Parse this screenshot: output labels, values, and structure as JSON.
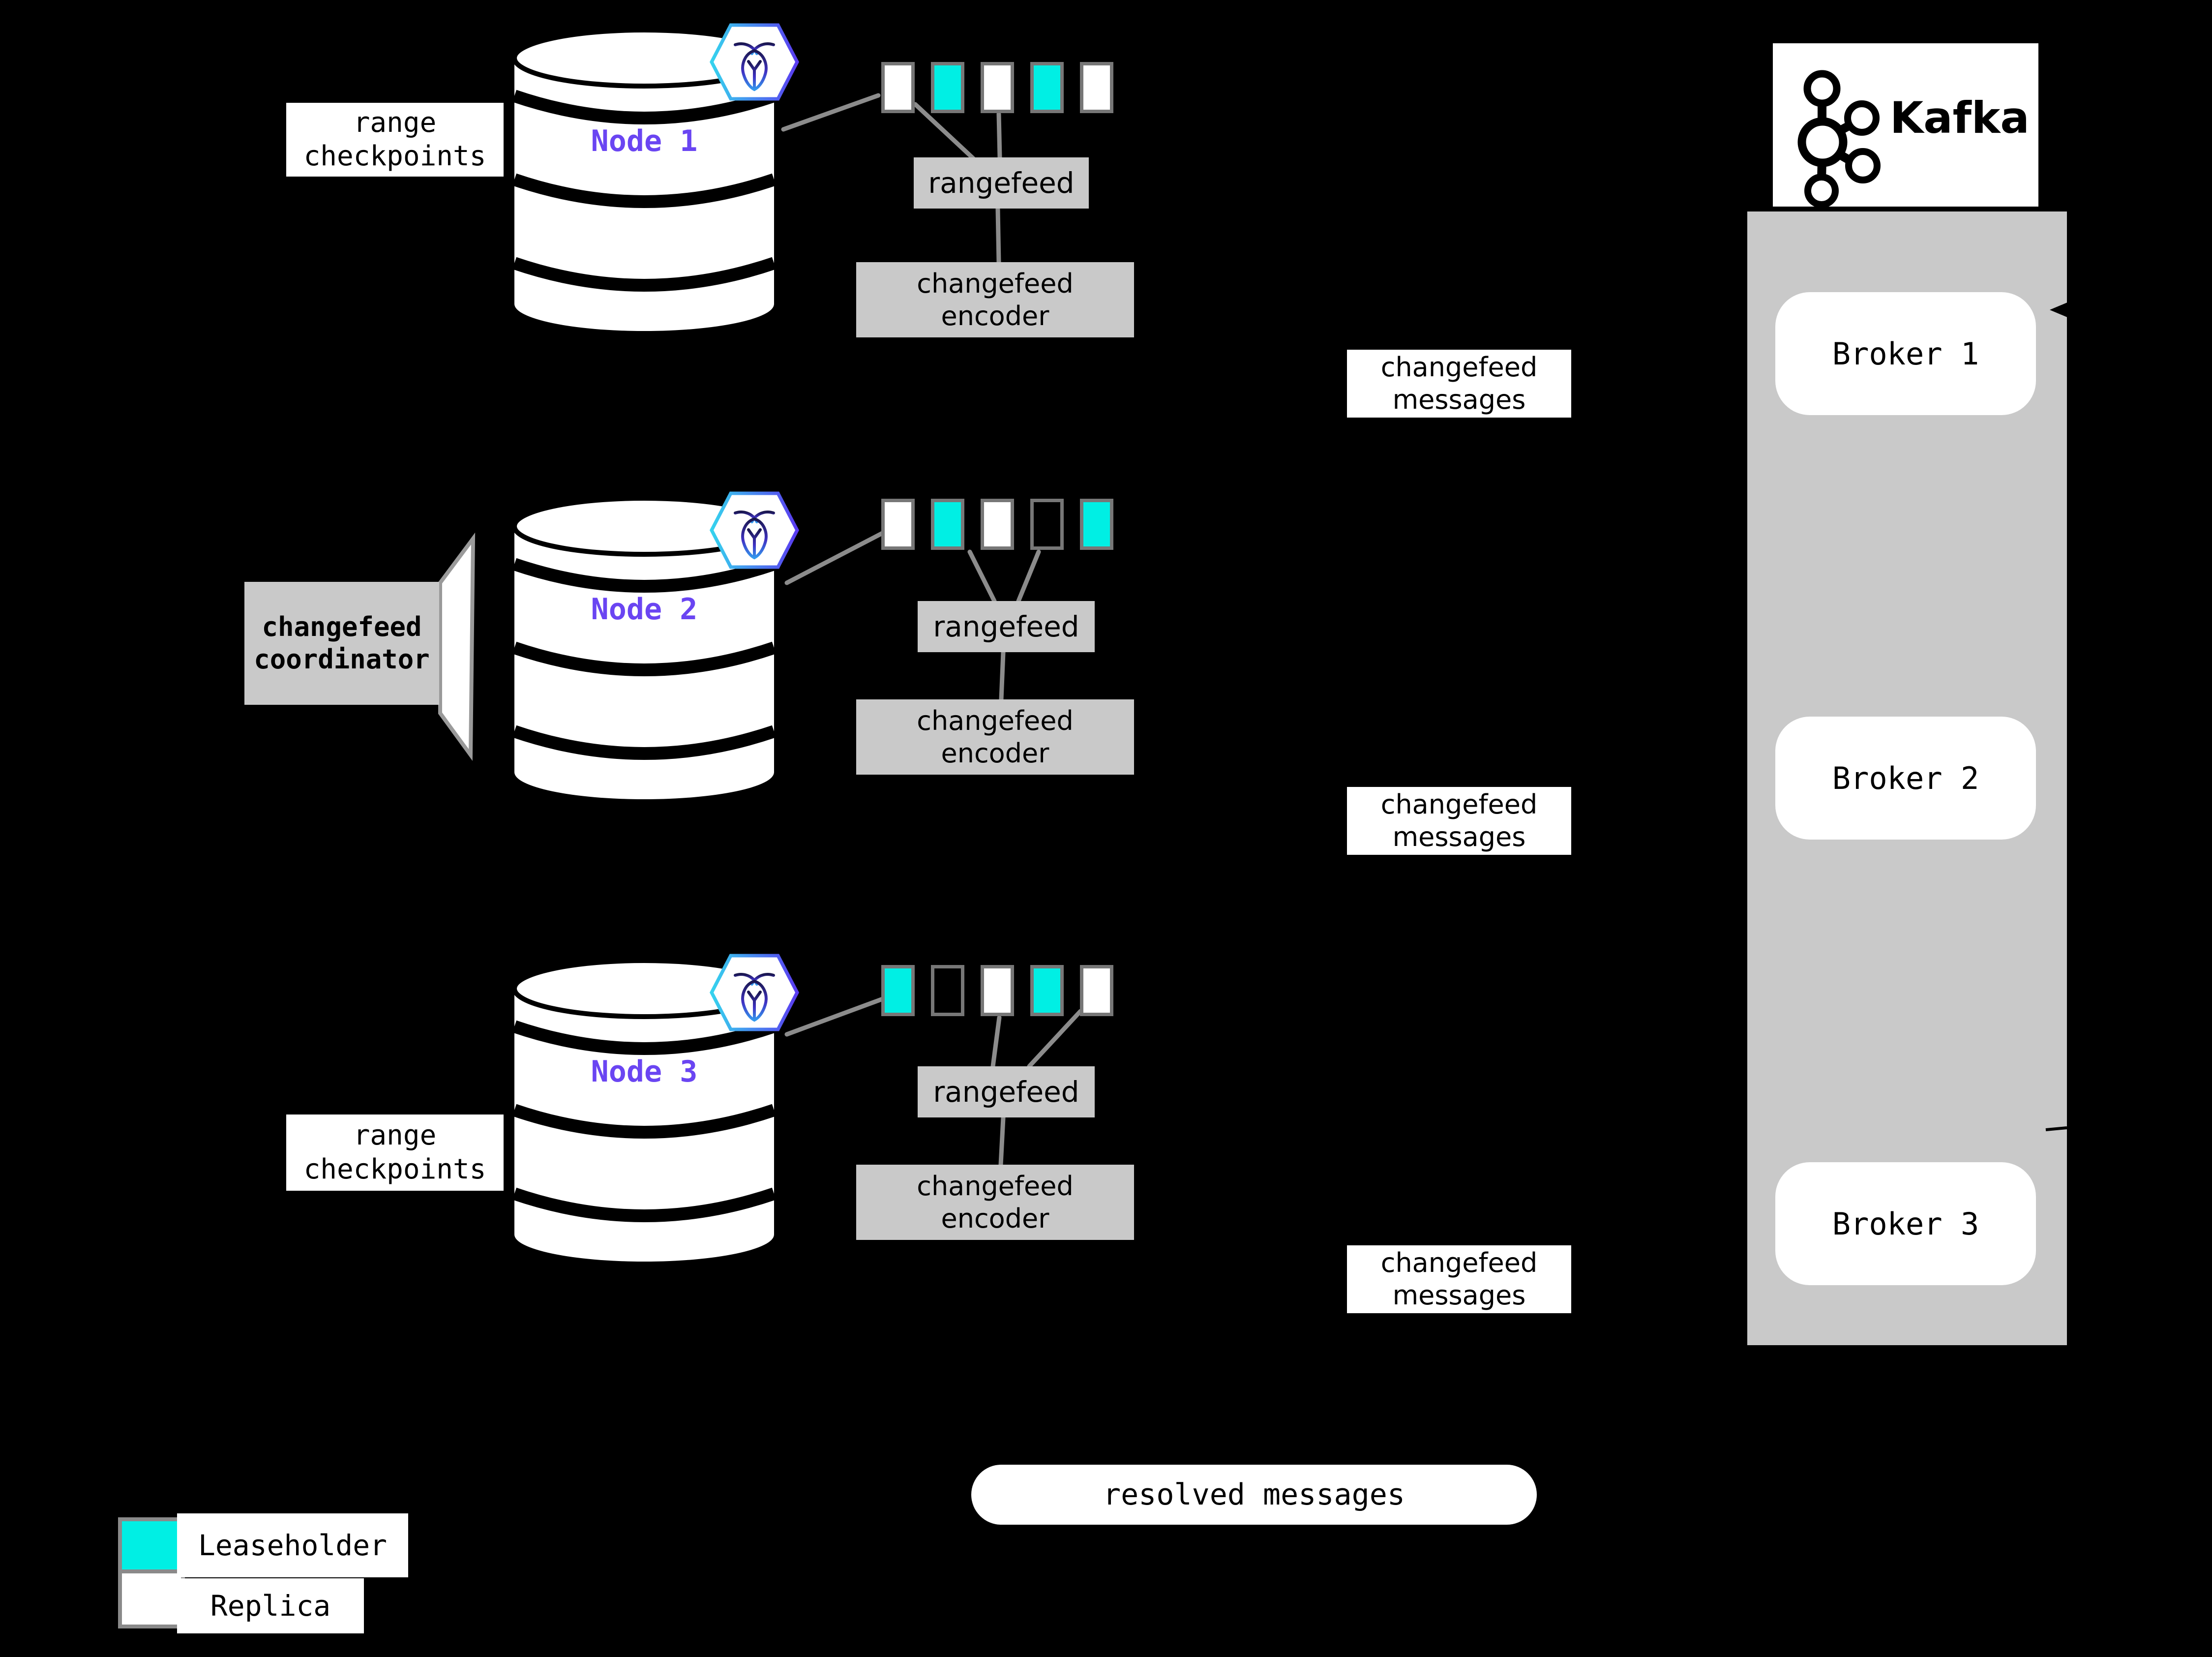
{
  "colors": {
    "background": "#000000",
    "leaseholder_cyan": "#00efe4",
    "replica_white": "#ffffff",
    "panel_gray": "#c9c9c9",
    "node_label_purple": "#6a45f2",
    "connector_gray": "#8c8c8c",
    "hexagon_gradient": [
      "#35d3ee",
      "#5a3bf0"
    ]
  },
  "nodes": [
    {
      "label": "Node 1",
      "ranges": [
        "replica",
        "leaseholder",
        "replica",
        "leaseholder",
        "replica"
      ]
    },
    {
      "label": "Node 2",
      "ranges": [
        "replica",
        "leaseholder",
        "replica",
        "empty",
        "leaseholder"
      ]
    },
    {
      "label": "Node 3",
      "ranges": [
        "leaseholder",
        "empty",
        "replica",
        "leaseholder",
        "replica"
      ]
    }
  ],
  "boxes": {
    "checkpoints_line1": "range",
    "checkpoints_line2": "checkpoints",
    "coordinator_line1": "changefeed",
    "coordinator_line2": "coordinator",
    "rangefeed": "rangefeed",
    "encoder_line1": "changefeed",
    "encoder_line2": "encoder",
    "messages_line1": "changefeed",
    "messages_line2": "messages",
    "resolved": "resolved messages"
  },
  "kafka": {
    "wordmark": "Kafka",
    "brokers": [
      "Broker 1",
      "Broker 2",
      "Broker 3"
    ]
  },
  "legend": {
    "leaseholder": "Leaseholder",
    "replica": "Replica"
  }
}
